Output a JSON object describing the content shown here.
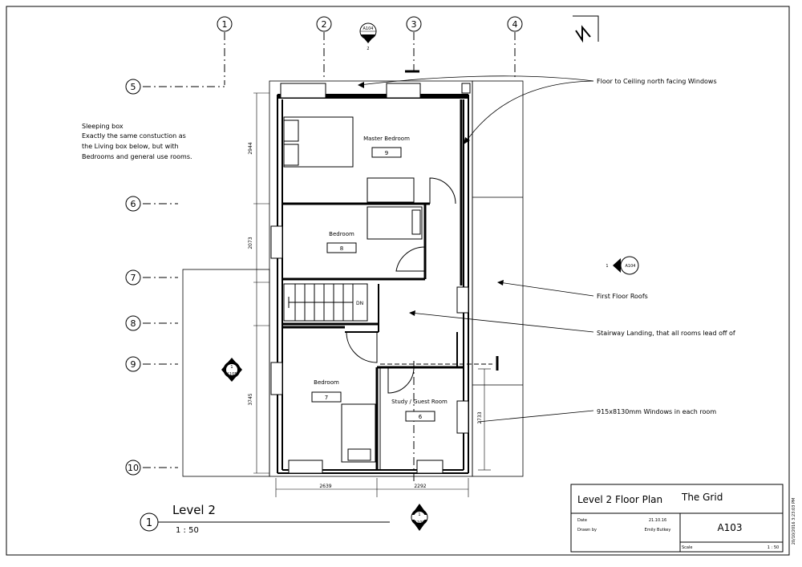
{
  "sheet": {
    "project_name": "The Grid",
    "sheet_title": "Level 2 Floor Plan",
    "sheet_number": "A103",
    "date_label": "Date",
    "date_value": "21.10.16",
    "drawn_by_label": "Drawn by",
    "drawn_by_value": "Emily Butkey",
    "scale_label": "Scale",
    "scale_value": "1 : 50",
    "print_stamp": "20/10/2016 3:23:03 PM"
  },
  "view": {
    "number": "1",
    "title": "Level 2",
    "scale": "1 : 50"
  },
  "grids": {
    "vertical": [
      "1",
      "2",
      "3",
      "4"
    ],
    "horizontal": [
      "5",
      "6",
      "7",
      "8",
      "9",
      "10"
    ]
  },
  "section_marks": {
    "top": {
      "ref": "A104",
      "num": "2"
    },
    "right": {
      "ref": "A104",
      "num": "1"
    },
    "left": {
      "ref": "A105",
      "num": "1"
    },
    "bottom": {
      "ref": "A106",
      "num": "1"
    }
  },
  "rooms": [
    {
      "name": "Master Bedroom",
      "number": "9"
    },
    {
      "name": "Bedroom",
      "number": "8"
    },
    {
      "name": "Bedroom",
      "number": "7"
    },
    {
      "name": "Study / Guest Room",
      "number": "6"
    }
  ],
  "stair_label": "DN",
  "notes": {
    "sleeping_box": [
      "Sleeping box",
      "Exactly the same constuction as",
      "the Living box below, but with",
      "Bedrooms and general use rooms."
    ],
    "windows_north": "Floor to Ceiling north facing Windows",
    "first_floor_roofs": "First Floor Roofs",
    "stair_landing": "Stairway Landing, that all rooms lead off of",
    "windows_each_room": "915x8130mm Windows in each room"
  },
  "dimensions": {
    "d_2944": "2944",
    "d_2073": "2073",
    "d_3745": "3745",
    "d_2733": "2733",
    "d_2639": "2639",
    "d_2292": "2292"
  }
}
